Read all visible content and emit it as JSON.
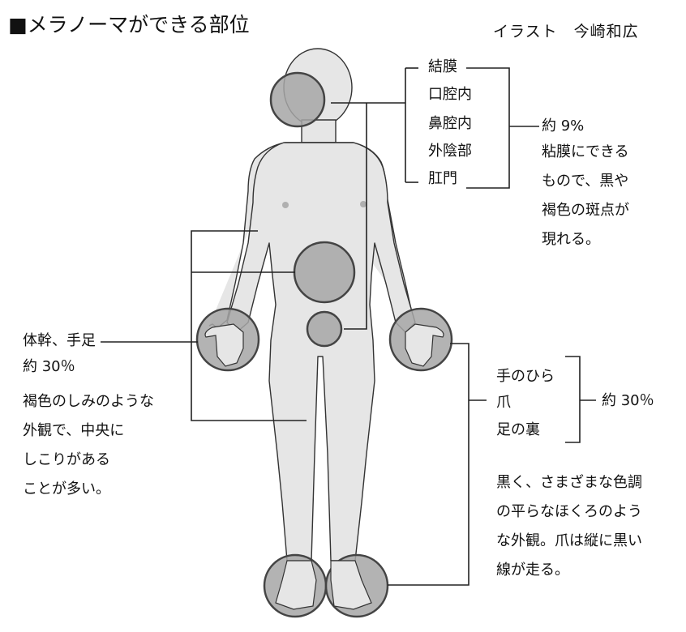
{
  "title": "■メラノーマができる部位",
  "credit": "イラスト　今崎和広",
  "mucosa": {
    "sites": [
      "結膜",
      "口腔内",
      "鼻腔内",
      "外陰部",
      "肛門"
    ],
    "rate": "約 9%",
    "description": [
      "粘膜にできる",
      "もので、黒や",
      "褐色の斑点が",
      "現れる。"
    ]
  },
  "trunk": {
    "label": "体幹、手足",
    "rate": "約 30％",
    "description": [
      "褐色のしみのような",
      "外観で、中央に",
      "しこりがある",
      "ことが多い。"
    ]
  },
  "extremity": {
    "sites": [
      "手のひら",
      "爪",
      "足の裏"
    ],
    "rate": "約 30％",
    "description": [
      "黒く、さまざまな色調",
      "の平らなほくろのよう",
      "な外観。爪は縦に黒い",
      "線が走る。"
    ]
  },
  "colors": {
    "body_fill": "#e6e6e6",
    "circle_fill": "#a6a6a6",
    "outline": "#333333"
  }
}
